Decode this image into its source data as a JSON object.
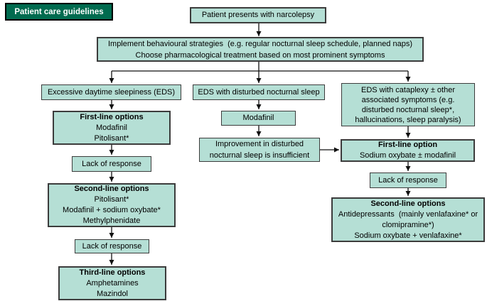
{
  "title_badge": {
    "label": "Patient care guidelines"
  },
  "colors": {
    "badge_bg": "#006B4F",
    "badge_text": "#FFFFFF",
    "node_fill": "#B5DFD5",
    "node_border": "#3C3C3C",
    "arrow": "#111111",
    "page_bg": "#FFFFFF"
  },
  "nodes": {
    "start": {
      "lines": [
        "Patient presents with narcolepsy"
      ]
    },
    "strategy": {
      "lines": [
        "Implement behavioural strategies  (e.g. regular nocturnal sleep schedule, planned naps)",
        "Choose pharmacological treatment based on most prominent symptoms"
      ]
    },
    "eds": {
      "lines": [
        "Excessive daytime sleepiness (EDS)"
      ]
    },
    "eds_nocturnal": {
      "lines": [
        "EDS with disturbed nocturnal sleep"
      ]
    },
    "eds_cataplexy": {
      "lines": [
        "EDS with cataplexy ± other",
        "associated symptoms (e.g.",
        "disturbed nocturnal sleep*,",
        "hallucinations, sleep paralysis)"
      ]
    },
    "first_line_eds": {
      "title": "First-line options",
      "lines": [
        "Modafinil",
        "Pitolisant*"
      ]
    },
    "modafinil": {
      "lines": [
        "Modafinil"
      ]
    },
    "improvement": {
      "lines": [
        "Improvement in disturbed",
        "nocturnal sleep is insufficient"
      ]
    },
    "first_line_cataplexy": {
      "title": "First-line option",
      "lines": [
        "Sodium oxybate ± modafinil"
      ]
    },
    "lack_response_1": {
      "lines": [
        "Lack of response"
      ]
    },
    "second_line_eds": {
      "title": "Second-line options",
      "lines": [
        "Pitolisant*",
        "Modafinil + sodium oxybate*",
        "Methylphenidate"
      ]
    },
    "lack_response_2": {
      "lines": [
        "Lack of response"
      ]
    },
    "third_line_eds": {
      "title": "Third-line options",
      "lines": [
        "Amphetamines",
        "Mazindol"
      ]
    },
    "lack_response_3": {
      "lines": [
        "Lack of response"
      ]
    },
    "second_line_cataplexy": {
      "title": "Second-line options",
      "lines": [
        "Antidepressants  (mainly venlafaxine* or",
        "clomipramine*)",
        "Sodium oxybate + venlafaxine*"
      ]
    }
  }
}
